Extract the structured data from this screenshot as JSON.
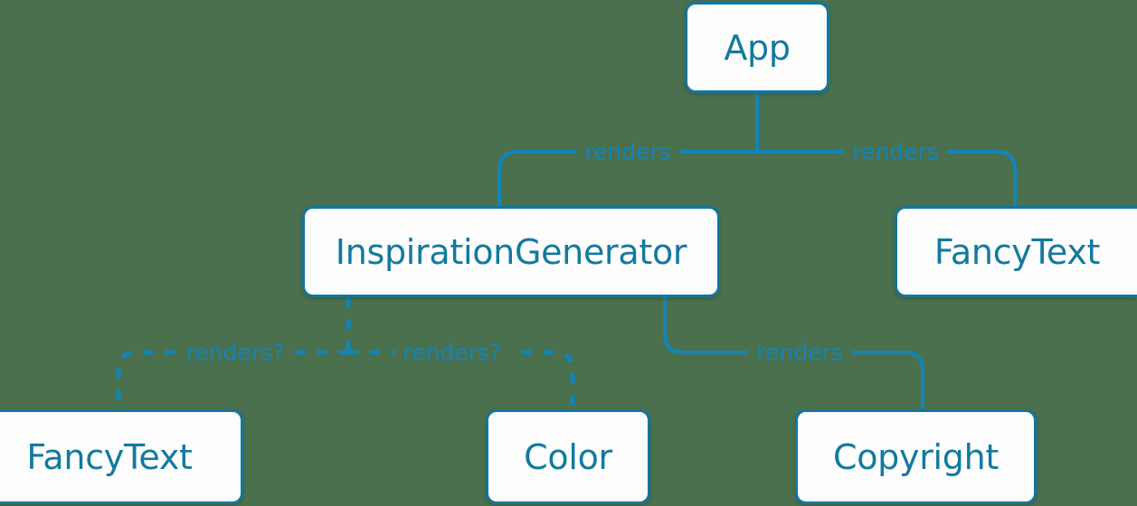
{
  "diagram": {
    "type": "component-tree",
    "background_color": "#4a704e",
    "accent_color": "#13799f",
    "edge_color": "#1484b8",
    "node_fill": "#fdfdfd",
    "nodes": [
      {
        "id": "app",
        "label": "App"
      },
      {
        "id": "inspiration",
        "label": "InspirationGenerator"
      },
      {
        "id": "fancytext_top",
        "label": "FancyText"
      },
      {
        "id": "fancytext_bot",
        "label": "FancyText"
      },
      {
        "id": "color",
        "label": "Color"
      },
      {
        "id": "copyright",
        "label": "Copyright"
      }
    ],
    "edges": [
      {
        "id": "app-inspiration",
        "from": "app",
        "to": "inspiration",
        "label": "renders",
        "style": "solid"
      },
      {
        "id": "app-fancytext",
        "from": "app",
        "to": "fancytext_top",
        "label": "renders",
        "style": "solid"
      },
      {
        "id": "inspiration-fancytext",
        "from": "inspiration",
        "to": "fancytext_bot",
        "label": "renders?",
        "style": "dashed"
      },
      {
        "id": "inspiration-color",
        "from": "inspiration",
        "to": "color",
        "label": "renders?",
        "style": "dashed"
      },
      {
        "id": "inspiration-copyright",
        "from": "inspiration",
        "to": "copyright",
        "label": "renders",
        "style": "solid"
      }
    ]
  }
}
